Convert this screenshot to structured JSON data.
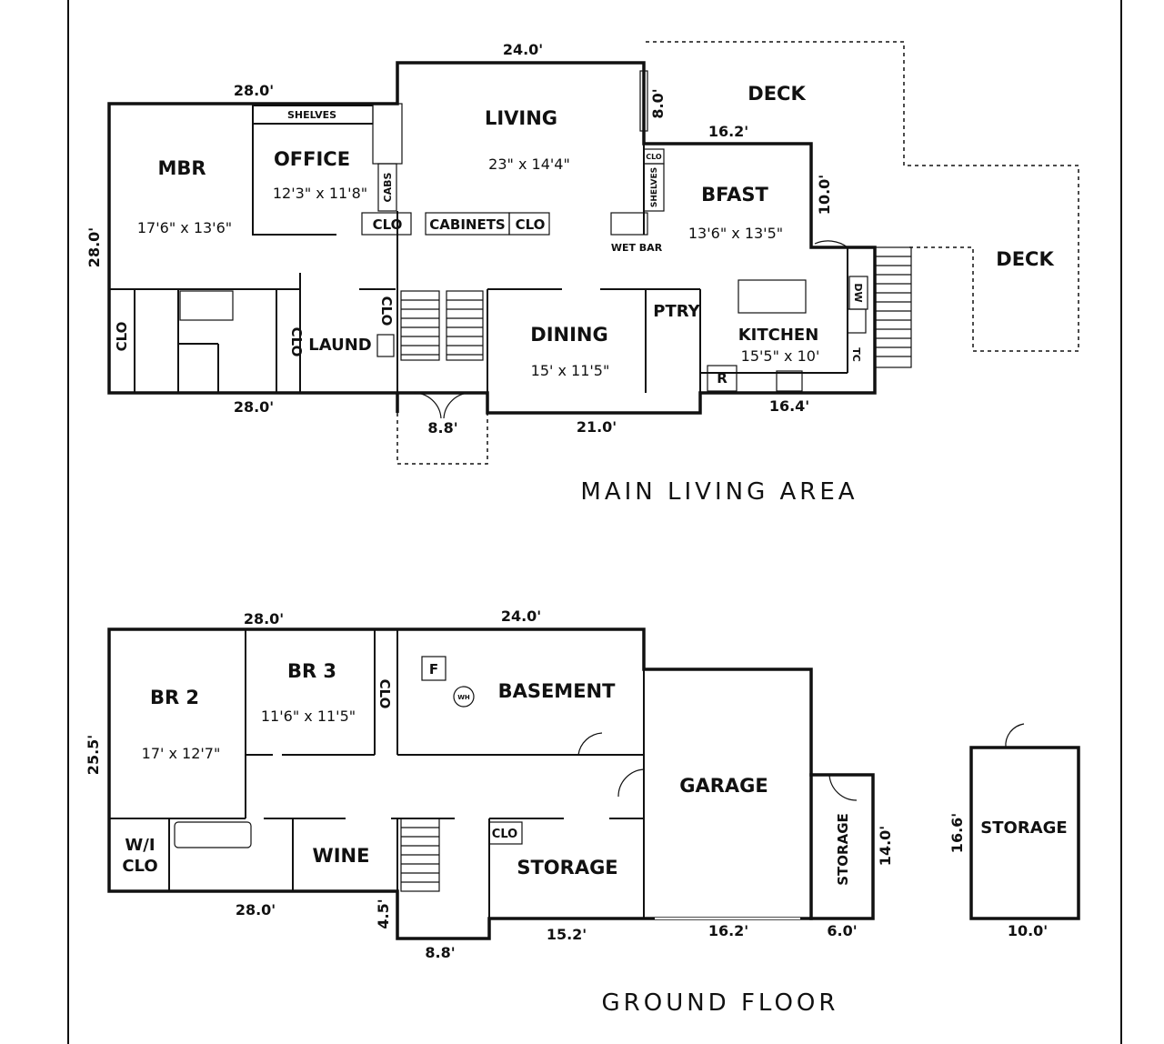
{
  "main_floor": {
    "title": "MAIN LIVING AREA",
    "rooms": {
      "mbr": {
        "name": "MBR",
        "size": "17'6\" x 13'6\""
      },
      "office": {
        "name": "OFFICE",
        "size": "12'3\" x 11'8\""
      },
      "living": {
        "name": "LIVING",
        "size": "23\" x 14'4\""
      },
      "bfast": {
        "name": "BFAST",
        "size": "13'6\" x 13'5\""
      },
      "dining": {
        "name": "DINING",
        "size": "15' x 11'5\""
      },
      "kitchen": {
        "name": "KITCHEN",
        "size": "15'5\" x 10'"
      },
      "laund": {
        "name": "LAUND"
      },
      "ptry": {
        "name": "PTRY"
      },
      "deck_upper": {
        "name": "DECK"
      },
      "deck_right": {
        "name": "DECK"
      }
    },
    "labels": {
      "shelves": "SHELVES",
      "cabs": "CABS",
      "clo_a": "CLO",
      "cabinets": "CABINETS",
      "clo_b": "CLO",
      "clo_small": "CLO",
      "shelves_v": "SHELVES",
      "wet_bar": "WET BAR",
      "clo_left": "CLO",
      "clo_mid": "CLO",
      "clo_laund": "CLO",
      "dw": "DW",
      "tc": "TC",
      "r": "R"
    },
    "dimensions": {
      "top_left": "28.0'",
      "top_living": "24.0'",
      "deck_side": "8.0'",
      "bfast_top": "16.2'",
      "bfast_side": "10.0'",
      "left_side": "28.0'",
      "bottom_left": "28.0'",
      "entry": "8.8'",
      "dining_bottom": "21.0'",
      "kitchen_bottom": "16.4'"
    }
  },
  "ground_floor": {
    "title": "GROUND FLOOR",
    "rooms": {
      "br2": {
        "name": "BR 2",
        "size": "17' x 12'7\""
      },
      "br3": {
        "name": "BR 3",
        "size": "11'6\" x 11'5\""
      },
      "basement": {
        "name": "BASEMENT"
      },
      "garage": {
        "name": "GARAGE"
      },
      "storage_main": {
        "name": "STORAGE"
      },
      "storage_narrow": {
        "name": "STORAGE"
      },
      "storage_detached": {
        "name": "STORAGE"
      },
      "wine": {
        "name": "WINE"
      },
      "wi_clo_1": "W/I",
      "wi_clo_2": "CLO"
    },
    "labels": {
      "clo_br3": "CLO",
      "clo_storage": "CLO",
      "furnace": "F",
      "water_heater": "WH"
    },
    "dimensions": {
      "top_left": "28.0'",
      "top_basement": "24.0'",
      "left_side": "25.5'",
      "bottom_left": "28.0'",
      "stair_side": "4.5'",
      "stair_bottom": "8.8'",
      "storage_bottom": "15.2'",
      "garage_bottom": "16.2'",
      "narrow_bottom": "6.0'",
      "narrow_side": "14.0'",
      "detached_side": "16.6'",
      "detached_bottom": "10.0'"
    }
  }
}
